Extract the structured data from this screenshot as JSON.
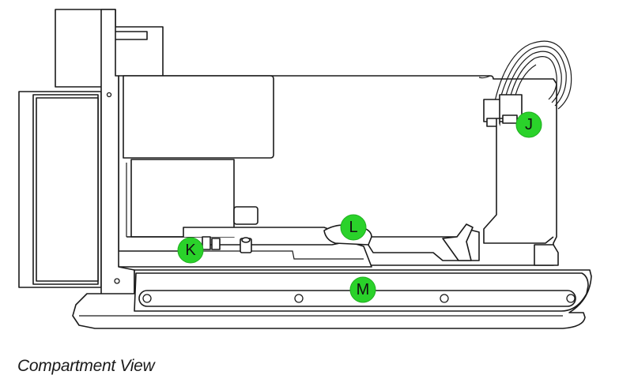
{
  "caption": "Compartment View",
  "callouts": {
    "j": "J",
    "k": "K",
    "l": "L",
    "m": "M"
  },
  "colors": {
    "callout_fill": "#2ad22a",
    "line": "#1a1a1a",
    "background": "#ffffff"
  }
}
